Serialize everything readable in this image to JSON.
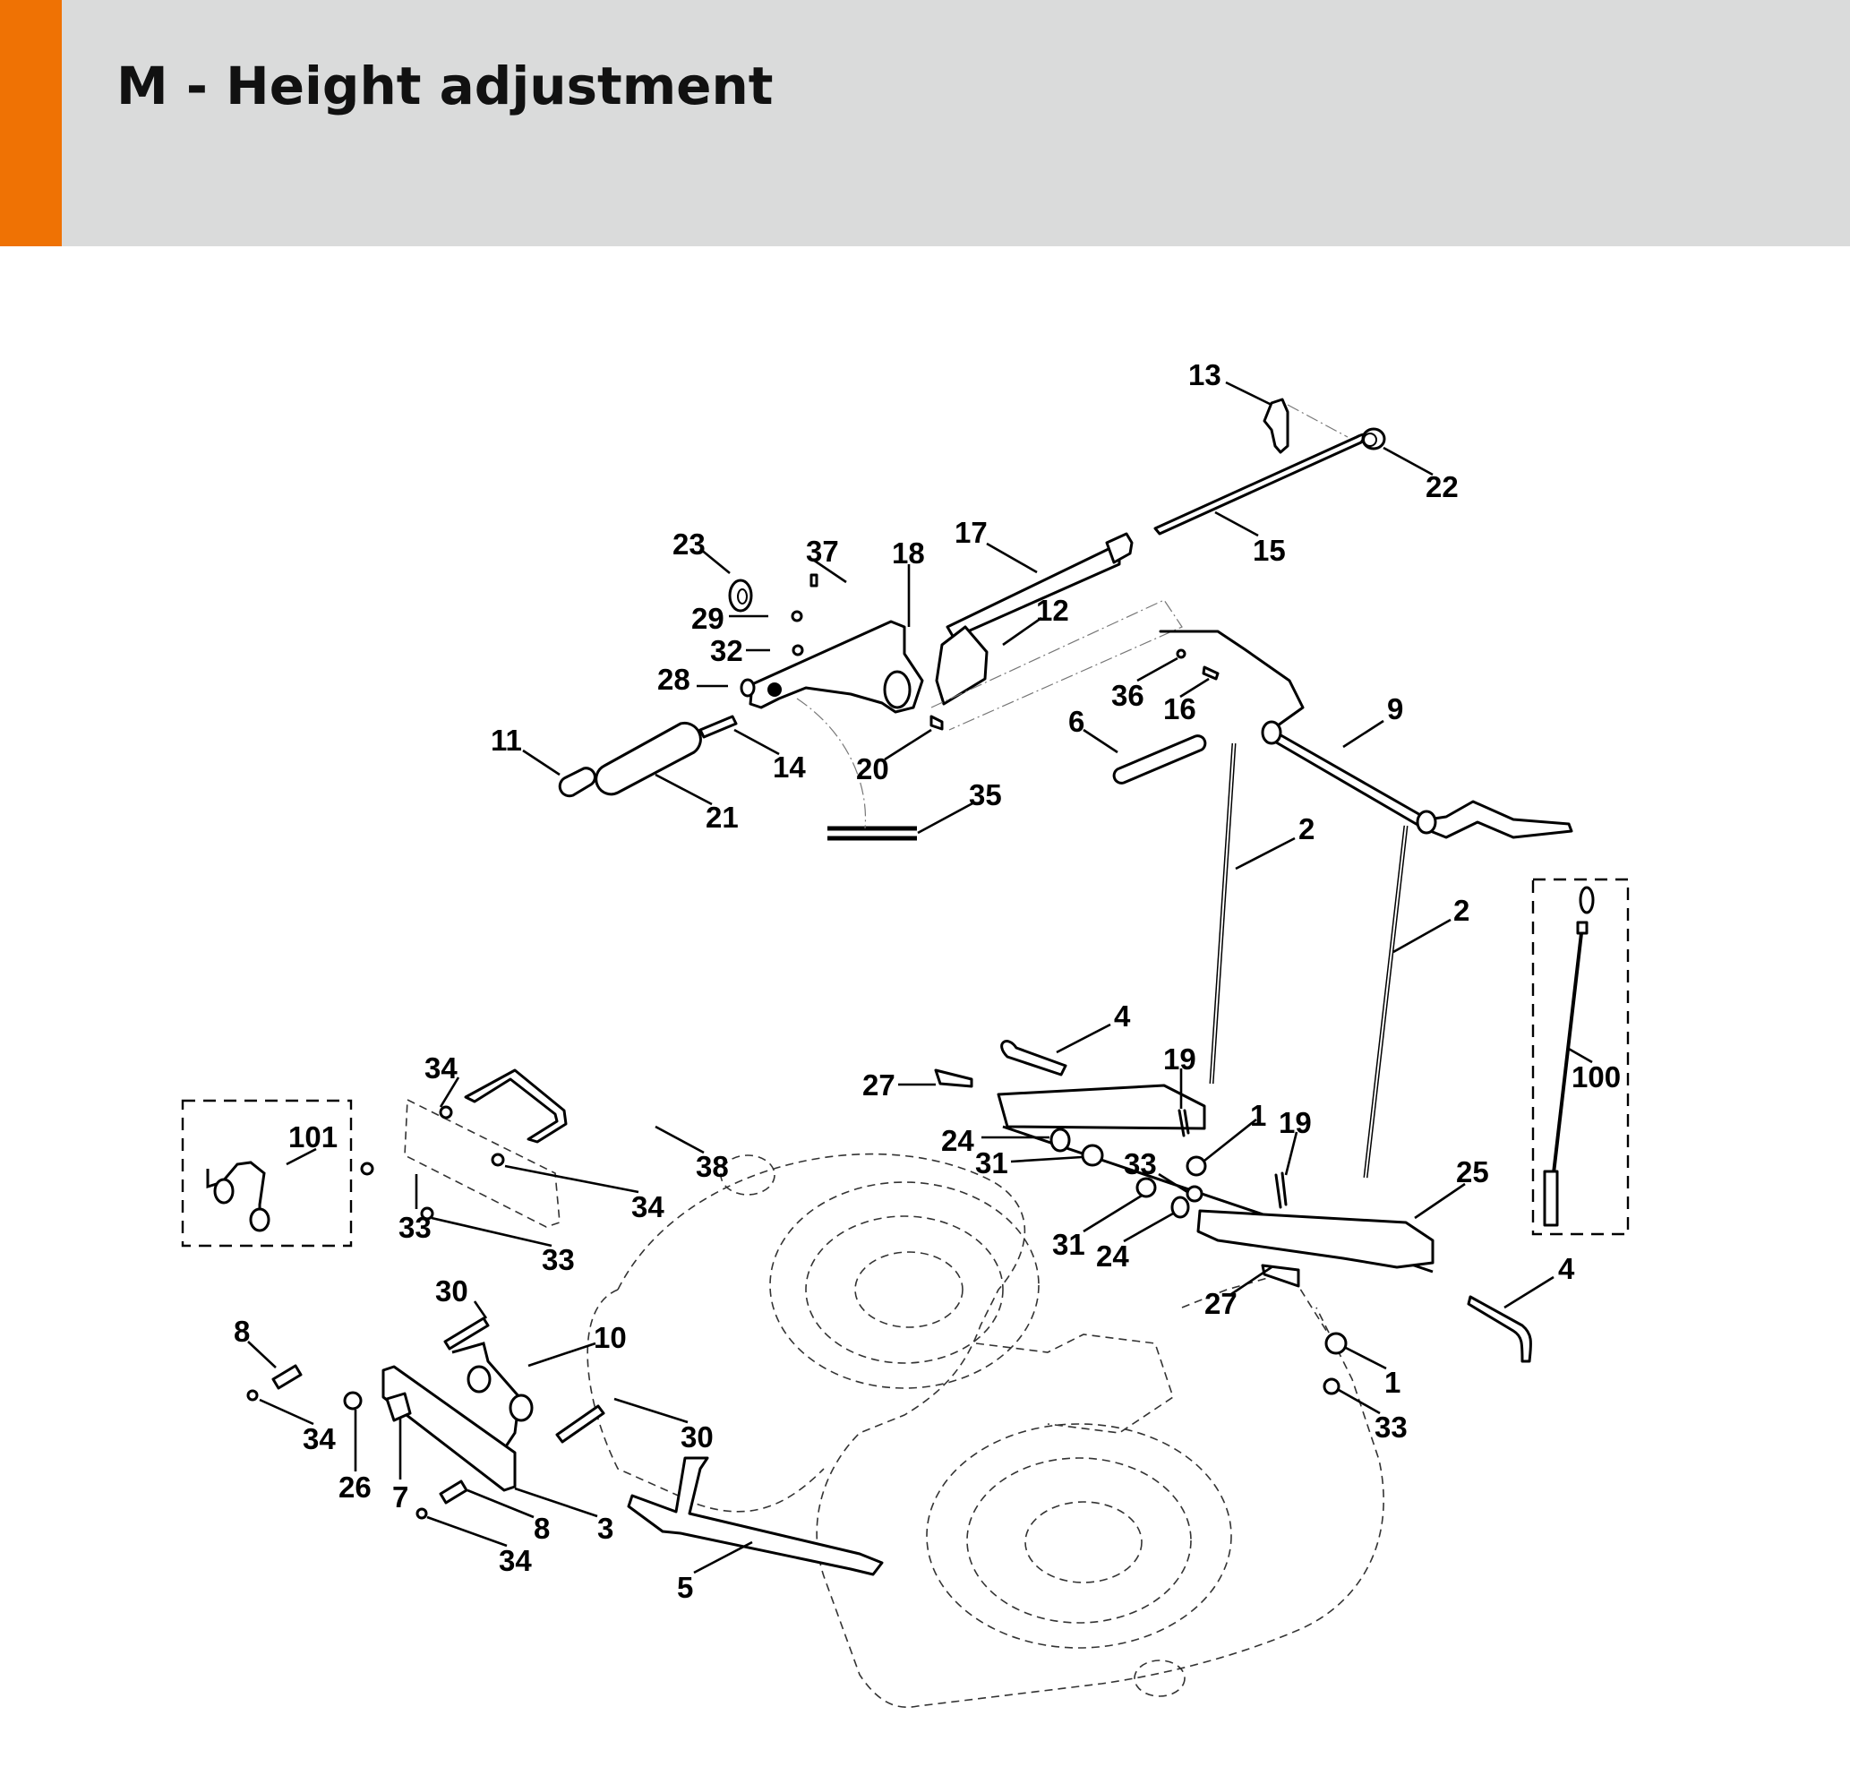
{
  "header": {
    "title": "M - Height adjustment",
    "accent_color": "#ef7204",
    "background_color": "#dadbdb"
  },
  "diagram": {
    "callouts": [
      {
        "id": "c13a",
        "number": "13"
      },
      {
        "id": "c22",
        "number": "22"
      },
      {
        "id": "c15",
        "number": "15"
      },
      {
        "id": "c17",
        "number": "17"
      },
      {
        "id": "c23",
        "number": "23"
      },
      {
        "id": "c37",
        "number": "37"
      },
      {
        "id": "c18",
        "number": "18"
      },
      {
        "id": "c29",
        "number": "29"
      },
      {
        "id": "c32",
        "number": "32"
      },
      {
        "id": "c12",
        "number": "12"
      },
      {
        "id": "c28",
        "number": "28"
      },
      {
        "id": "c36",
        "number": "36"
      },
      {
        "id": "c16",
        "number": "16"
      },
      {
        "id": "c9",
        "number": "9"
      },
      {
        "id": "c6",
        "number": "6"
      },
      {
        "id": "c11",
        "number": "11"
      },
      {
        "id": "c14",
        "number": "14"
      },
      {
        "id": "c20",
        "number": "20"
      },
      {
        "id": "c21",
        "number": "21"
      },
      {
        "id": "c35",
        "number": "35"
      },
      {
        "id": "c2a",
        "number": "2"
      },
      {
        "id": "c2b",
        "number": "2"
      },
      {
        "id": "c100",
        "number": "100"
      },
      {
        "id": "c4a",
        "number": "4"
      },
      {
        "id": "c19a",
        "number": "19"
      },
      {
        "id": "c27a",
        "number": "27"
      },
      {
        "id": "c1a",
        "number": "1"
      },
      {
        "id": "c19b",
        "number": "19"
      },
      {
        "id": "c24a",
        "number": "24"
      },
      {
        "id": "c31a",
        "number": "31"
      },
      {
        "id": "c33a",
        "number": "33"
      },
      {
        "id": "c25",
        "number": "25"
      },
      {
        "id": "c31b",
        "number": "31"
      },
      {
        "id": "c24b",
        "number": "24"
      },
      {
        "id": "c27b",
        "number": "27"
      },
      {
        "id": "c4b",
        "number": "4"
      },
      {
        "id": "c1b",
        "number": "1"
      },
      {
        "id": "c33b",
        "number": "33"
      },
      {
        "id": "c34a",
        "number": "34"
      },
      {
        "id": "c101",
        "number": "101"
      },
      {
        "id": "c38",
        "number": "38"
      },
      {
        "id": "c34b",
        "number": "34"
      },
      {
        "id": "c33c",
        "number": "33"
      },
      {
        "id": "c33d",
        "number": "33"
      },
      {
        "id": "c30a",
        "number": "30"
      },
      {
        "id": "c10",
        "number": "10"
      },
      {
        "id": "c8a",
        "number": "8"
      },
      {
        "id": "c34c",
        "number": "34"
      },
      {
        "id": "c26",
        "number": "26"
      },
      {
        "id": "c7",
        "number": "7"
      },
      {
        "id": "c30b",
        "number": "30"
      },
      {
        "id": "c8b",
        "number": "8"
      },
      {
        "id": "c3",
        "number": "3"
      },
      {
        "id": "c34d",
        "number": "34"
      },
      {
        "id": "c5",
        "number": "5"
      }
    ]
  }
}
